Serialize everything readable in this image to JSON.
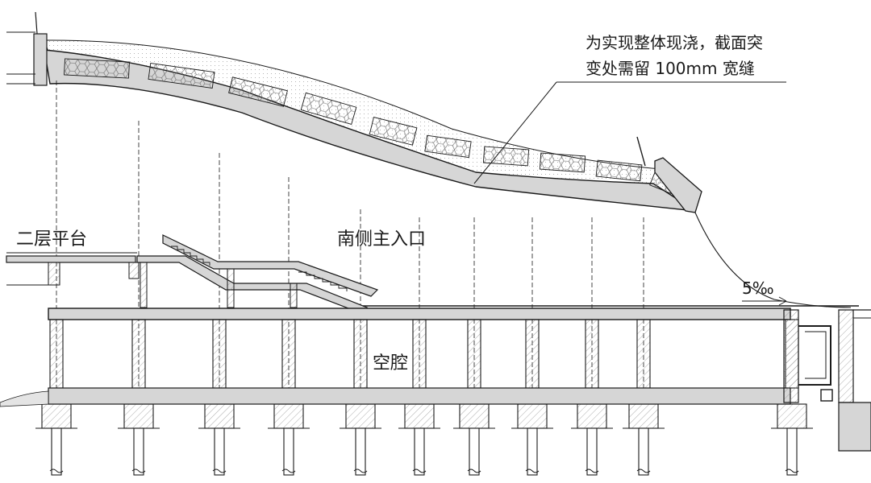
{
  "annotation": {
    "line1": "为实现整体现浇，截面突",
    "line2": "变处需留 100mm 宽缝"
  },
  "labels": {
    "platform": "二层平台",
    "entrance": "南侧主入口",
    "cavity": "空腔",
    "slope": "5‰"
  },
  "colors": {
    "line": "#1a1a1a",
    "concrete": "#d6d6d6",
    "soil": "#e4e4e4",
    "hatch": "#888888"
  },
  "piers_count": 11
}
